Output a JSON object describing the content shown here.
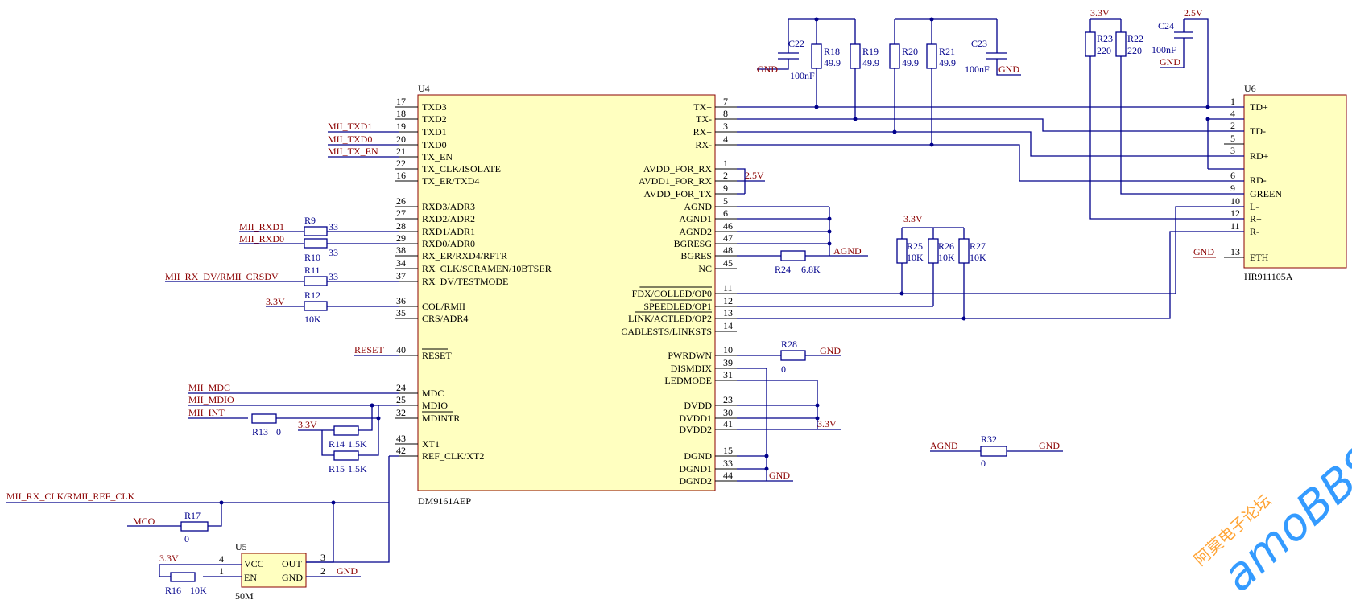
{
  "u4": {
    "ref": "U4",
    "part": "DM9161AEP",
    "left_pins": [
      {
        "num": "17",
        "name": "TXD3",
        "net": ""
      },
      {
        "num": "18",
        "name": "TXD2",
        "net": ""
      },
      {
        "num": "19",
        "name": "TXD1",
        "net": "MII_TXD1"
      },
      {
        "num": "20",
        "name": "TXD0",
        "net": "MII_TXD0"
      },
      {
        "num": "21",
        "name": "TX_EN",
        "net": "MII_TX_EN"
      },
      {
        "num": "22",
        "name": "TX_CLK/ISOLATE",
        "net": ""
      },
      {
        "num": "16",
        "name": "TX_ER/TXD4",
        "net": ""
      },
      {
        "num": "26",
        "name": "RXD3/ADR3",
        "net": ""
      },
      {
        "num": "27",
        "name": "RXD2/ADR2",
        "net": ""
      },
      {
        "num": "28",
        "name": "RXD1/ADR1",
        "net": ""
      },
      {
        "num": "29",
        "name": "RXD0/ADR0",
        "net": ""
      },
      {
        "num": "38",
        "name": "RX_ER/RXD4/RPTR",
        "net": ""
      },
      {
        "num": "34",
        "name": "RX_CLK/SCRAMEN/10BTSER",
        "net": ""
      },
      {
        "num": "37",
        "name": "RX_DV/TESTMODE",
        "net": ""
      },
      {
        "num": "36",
        "name": "COL/RMII",
        "net": ""
      },
      {
        "num": "35",
        "name": "CRS/ADR4",
        "net": ""
      },
      {
        "num": "40",
        "name": "RESET",
        "net": "RESET"
      },
      {
        "num": "24",
        "name": "MDC",
        "net": "MII_MDC"
      },
      {
        "num": "25",
        "name": "MDIO",
        "net": "MII_MDIO"
      },
      {
        "num": "32",
        "name": "MDINTR",
        "net": "MII_INT"
      },
      {
        "num": "43",
        "name": "XT1",
        "net": ""
      },
      {
        "num": "42",
        "name": "REF_CLK/XT2",
        "net": ""
      }
    ],
    "right_pins": [
      {
        "num": "7",
        "name": "TX+"
      },
      {
        "num": "8",
        "name": "TX-"
      },
      {
        "num": "3",
        "name": "RX+"
      },
      {
        "num": "4",
        "name": "RX-"
      },
      {
        "num": "1",
        "name": "AVDD_FOR_RX"
      },
      {
        "num": "2",
        "name": "AVDD1_FOR_RX"
      },
      {
        "num": "9",
        "name": "AVDD_FOR_TX"
      },
      {
        "num": "5",
        "name": "AGND"
      },
      {
        "num": "6",
        "name": "AGND1"
      },
      {
        "num": "46",
        "name": "AGND2"
      },
      {
        "num": "47",
        "name": "BGRESG"
      },
      {
        "num": "48",
        "name": "BGRES"
      },
      {
        "num": "45",
        "name": "NC"
      },
      {
        "num": "11",
        "name": "FDX/COLLED/OP0"
      },
      {
        "num": "12",
        "name": "SPEEDLED/OP1"
      },
      {
        "num": "13",
        "name": "LINK/ACTLED/OP2"
      },
      {
        "num": "14",
        "name": "CABLESTS/LINKSTS"
      },
      {
        "num": "10",
        "name": "PWRDWN"
      },
      {
        "num": "39",
        "name": "DISMDIX"
      },
      {
        "num": "31",
        "name": "LEDMODE"
      },
      {
        "num": "23",
        "name": "DVDD"
      },
      {
        "num": "30",
        "name": "DVDD1"
      },
      {
        "num": "41",
        "name": "DVDD2"
      },
      {
        "num": "15",
        "name": "DGND"
      },
      {
        "num": "33",
        "name": "DGND1"
      },
      {
        "num": "44",
        "name": "DGND2"
      }
    ]
  },
  "u6": {
    "ref": "U6",
    "part": "HR911105A",
    "pins": [
      {
        "num": "1",
        "name": "TD+"
      },
      {
        "num": "4",
        "name": ""
      },
      {
        "num": "2",
        "name": "TD-"
      },
      {
        "num": "5",
        "name": ""
      },
      {
        "num": "3",
        "name": "RD+"
      },
      {
        "num": "6",
        "name": "RD-"
      },
      {
        "num": "9",
        "name": "GREEN"
      },
      {
        "num": "10",
        "name": "L-"
      },
      {
        "num": "12",
        "name": "R+"
      },
      {
        "num": "11",
        "name": "R-"
      },
      {
        "num": "13",
        "name": "ETH"
      }
    ],
    "eth_net": "GND"
  },
  "u5": {
    "ref": "U5",
    "part": "50M",
    "vcc_label": "VCC",
    "en_label": "EN",
    "out_label": "OUT",
    "gnd_label": "GND",
    "pin_vcc": "4",
    "pin_en": "1",
    "pin_out": "3",
    "pin_gnd": "2",
    "supply_net": "3.3V",
    "gnd_net": "GND"
  },
  "resistors": {
    "r9": {
      "ref": "R9",
      "value": "33",
      "net": "MII_RXD1"
    },
    "r10": {
      "ref": "R10",
      "value": "33",
      "net": "MII_RXD0"
    },
    "r11": {
      "ref": "R11",
      "value": "33",
      "net": "MII_RX_DV/RMII_CRSDV"
    },
    "r12": {
      "ref": "R12",
      "value": "10K",
      "net": "3.3V"
    },
    "r13": {
      "ref": "R13",
      "value": "0"
    },
    "r14": {
      "ref": "R14",
      "value": "1.5K",
      "net": "3.3V"
    },
    "r15": {
      "ref": "R15",
      "value": "1.5K"
    },
    "r16": {
      "ref": "R16",
      "value": "10K"
    },
    "r17": {
      "ref": "R17",
      "value": "0",
      "net": "MCO"
    },
    "r18": {
      "ref": "R18",
      "value": "49.9"
    },
    "r19": {
      "ref": "R19",
      "value": "49.9"
    },
    "r20": {
      "ref": "R20",
      "value": "49.9"
    },
    "r21": {
      "ref": "R21",
      "value": "49.9"
    },
    "r22": {
      "ref": "R22",
      "value": "220"
    },
    "r23": {
      "ref": "R23",
      "value": "220"
    },
    "r24": {
      "ref": "R24",
      "value": "6.8K",
      "net": "AGND"
    },
    "r25": {
      "ref": "R25",
      "value": "10K"
    },
    "r26": {
      "ref": "R26",
      "value": "10K"
    },
    "r27": {
      "ref": "R27",
      "value": "10K"
    },
    "r28": {
      "ref": "R28",
      "value": "0",
      "net": "GND"
    },
    "r32": {
      "ref": "R32",
      "value": "0",
      "net_left": "AGND",
      "net_right": "GND"
    }
  },
  "capacitors": {
    "c22": {
      "ref": "C22",
      "value": "100nF",
      "net": "GND"
    },
    "c23": {
      "ref": "C23",
      "value": "100nF",
      "net": "GND"
    },
    "c24": {
      "ref": "C24",
      "value": "100nF",
      "net": "GND"
    }
  },
  "nets": {
    "v33": "3.3V",
    "v25": "2.5V",
    "agnd": "AGND",
    "gnd": "GND",
    "clk": "MII_RX_CLK/RMII_REF_CLK"
  },
  "watermark": {
    "cn": "阿莫电子论坛",
    "brand": "amoBBS"
  },
  "colors": {
    "wire": "#00008b",
    "net_label": "#8b0000",
    "chip_fill": "#ffffc0",
    "watermark": "#1e90ff",
    "watermark_cn": "#ff8c00"
  }
}
